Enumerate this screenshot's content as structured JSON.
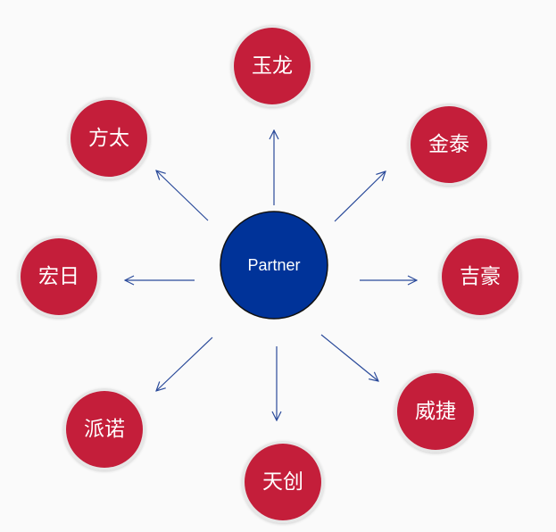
{
  "colors": {
    "center_fill": "#003399",
    "node_fill": "#c41e3a",
    "node_ring": "#e6e6e6",
    "arrow": "#2a4a9a",
    "background": "#fafafa"
  },
  "center": {
    "label": "Partner"
  },
  "partners": [
    {
      "label": "玉龙"
    },
    {
      "label": "金泰"
    },
    {
      "label": "吉豪"
    },
    {
      "label": "威捷"
    },
    {
      "label": "天创"
    },
    {
      "label": "派诺"
    },
    {
      "label": "宏日"
    },
    {
      "label": "方太"
    }
  ]
}
